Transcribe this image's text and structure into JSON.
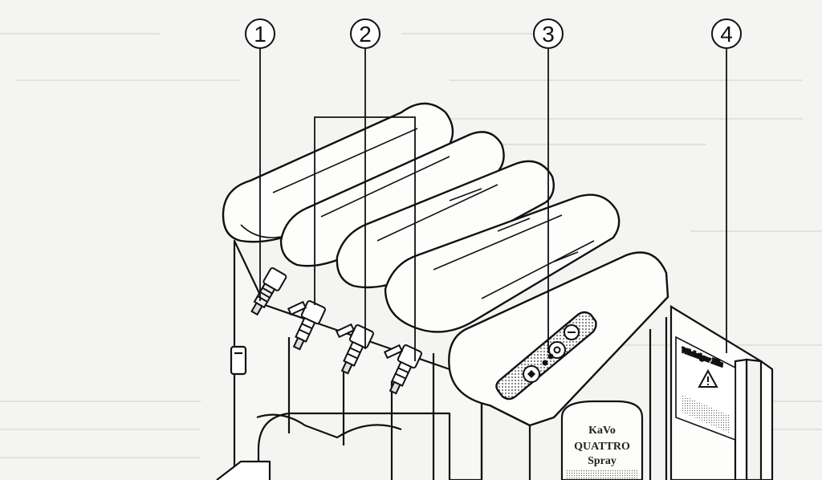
{
  "callouts": [
    {
      "number": "1"
    },
    {
      "number": "2"
    },
    {
      "number": "3"
    },
    {
      "number": "4"
    }
  ],
  "spray_can": {
    "brand": "KaVo",
    "product": "QUATTRO",
    "type": "Spray"
  },
  "warning_sign": {
    "heading": "Wichtiger Hin",
    "icon": "warning-triangle-icon"
  },
  "colors": {
    "line": "#111111",
    "paper": "#f4f4f2",
    "panel": "#3a3a3a"
  }
}
